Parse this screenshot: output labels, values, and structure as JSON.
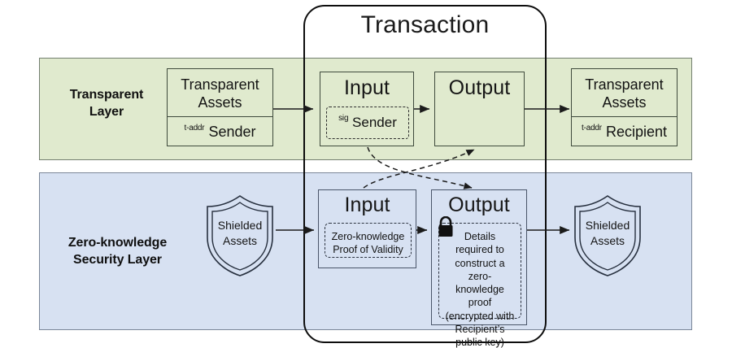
{
  "diagram": {
    "title": "Transaction",
    "layers": [
      {
        "id": "transparent",
        "title": "Transparent\nLayer",
        "color": "#e0eace"
      },
      {
        "id": "zero-knowledge",
        "title": "Zero-knowledge\nSecurity Layer",
        "color": "#d7e1f2"
      }
    ]
  },
  "transparent_layer": {
    "label": "Transparent Layer",
    "label_line1": "Transparent",
    "label_line2": "Layer",
    "source_assets": {
      "title_line1": "Transparent",
      "title_line2": "Assets",
      "addr_prefix": "t-addr",
      "addr_label": "Sender"
    },
    "input": {
      "heading": "Input",
      "inner_prefix": "sig",
      "inner_label": "Sender"
    },
    "output": {
      "heading": "Output"
    },
    "dest_assets": {
      "title_line1": "Transparent",
      "title_line2": "Assets",
      "addr_prefix": "t-addr",
      "addr_label": "Recipient"
    }
  },
  "zk_layer": {
    "label": "Zero-knowledge Security Layer",
    "label_line1": "Zero-knowledge",
    "label_line2": "Security Layer",
    "source_shield": {
      "line1": "Shielded",
      "line2": "Assets"
    },
    "input": {
      "heading": "Input",
      "inner_line1": "Zero-knowledge",
      "inner_line2": "Proof of Validity"
    },
    "output": {
      "heading": "Output",
      "lock_icon": "lock-icon",
      "inner_text": "Details required to construct a zero-knowledge proof (encrypted with Recipient’s public key)"
    },
    "dest_shield": {
      "line1": "Shielded",
      "line2": "Assets"
    }
  },
  "colors": {
    "transparent_band": "#e0eace",
    "zk_band": "#d7e1f2",
    "stroke_dark": "#0d0d0d",
    "lock": "#111111"
  }
}
